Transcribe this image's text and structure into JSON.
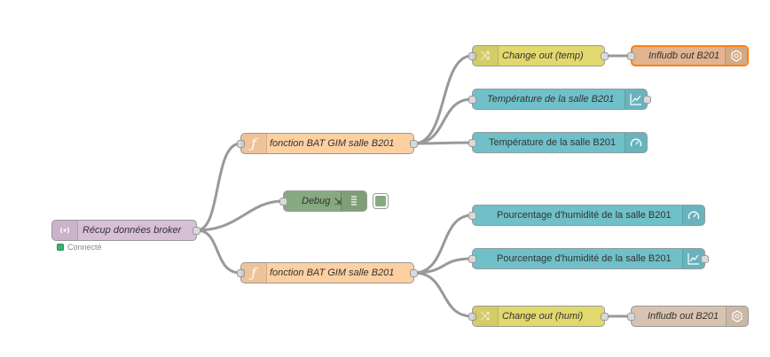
{
  "colors": {
    "mqtt": "#d8bfd8",
    "function": "#fdd0a2",
    "debug": "#87a980",
    "change": "#e2d96e",
    "dashboard": "#6fc0c9",
    "influx_selected": "#e2b48f",
    "influx": "#d8c3b1",
    "wire": "#999999",
    "selected_border": "#ff7f0e"
  },
  "nodes": {
    "mqtt_in": {
      "label": "Récup données broker",
      "icon": "mqtt-broadcast-icon",
      "status": "Connecté"
    },
    "fn1": {
      "label": "fonction BAT GIM salle B201",
      "icon": "function-icon"
    },
    "fn2": {
      "label": "fonction BAT GIM salle B201",
      "icon": "function-icon"
    },
    "debug": {
      "label": "Debug",
      "icon": "debug-list-icon"
    },
    "change1": {
      "label": "Change out (temp)",
      "icon": "shuffle-icon"
    },
    "influx1": {
      "label": "Infludb out B201",
      "icon": "database-icon"
    },
    "chart_temp": {
      "label": "Température de la salle B201",
      "icon": "chart-icon"
    },
    "gauge_temp": {
      "label": "Température de la salle B201",
      "icon": "gauge-icon"
    },
    "gauge_hum": {
      "label": "Pourcentage d'humidité de la salle B201",
      "icon": "gauge-icon"
    },
    "chart_hum": {
      "label": "Pourcentage d'humidité de la salle B201",
      "icon": "chart-icon"
    },
    "change2": {
      "label": "Change out (humi)",
      "icon": "shuffle-icon"
    },
    "influx2": {
      "label": "Infludb out B201",
      "icon": "database-icon"
    }
  }
}
